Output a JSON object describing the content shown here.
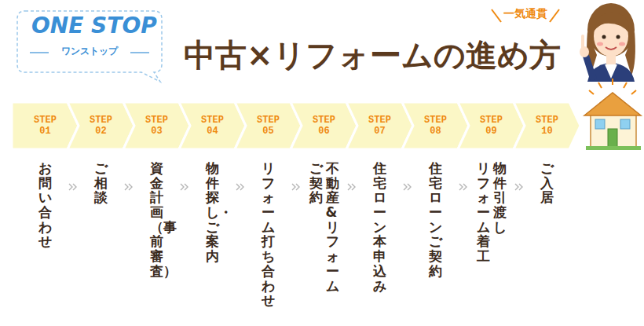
{
  "diagram": {
    "title": "中古×リフォームの進め方",
    "nodes": [
      {
        "text": [
          "STEP 01",
          "お問い合わせ"
        ]
      },
      {
        "text": [
          "STEP 02",
          "ご相談"
        ]
      },
      {
        "text": [
          "STEP 03",
          "資金計画（事前審査）"
        ]
      },
      {
        "text": [
          "STEP 04",
          "物件探し・ご案内"
        ]
      },
      {
        "text": [
          "STEP 05",
          "リフォーム打ち合わせ"
        ]
      },
      {
        "text": [
          "STEP 06",
          "不動産&リフォーム ご契約"
        ]
      },
      {
        "text": [
          "STEP 07",
          "住宅ローン本申込み"
        ]
      },
      {
        "text": [
          "STEP 08",
          "住宅ローンご契約"
        ]
      },
      {
        "text": [
          "STEP 09",
          "物件引渡し リフォーム着工"
        ]
      },
      {
        "text": [
          "STEP 10",
          "ご入居"
        ]
      }
    ],
    "labels": [
      "ONE STOP",
      "ワンストップ",
      "一気通貫"
    ]
  }
}
